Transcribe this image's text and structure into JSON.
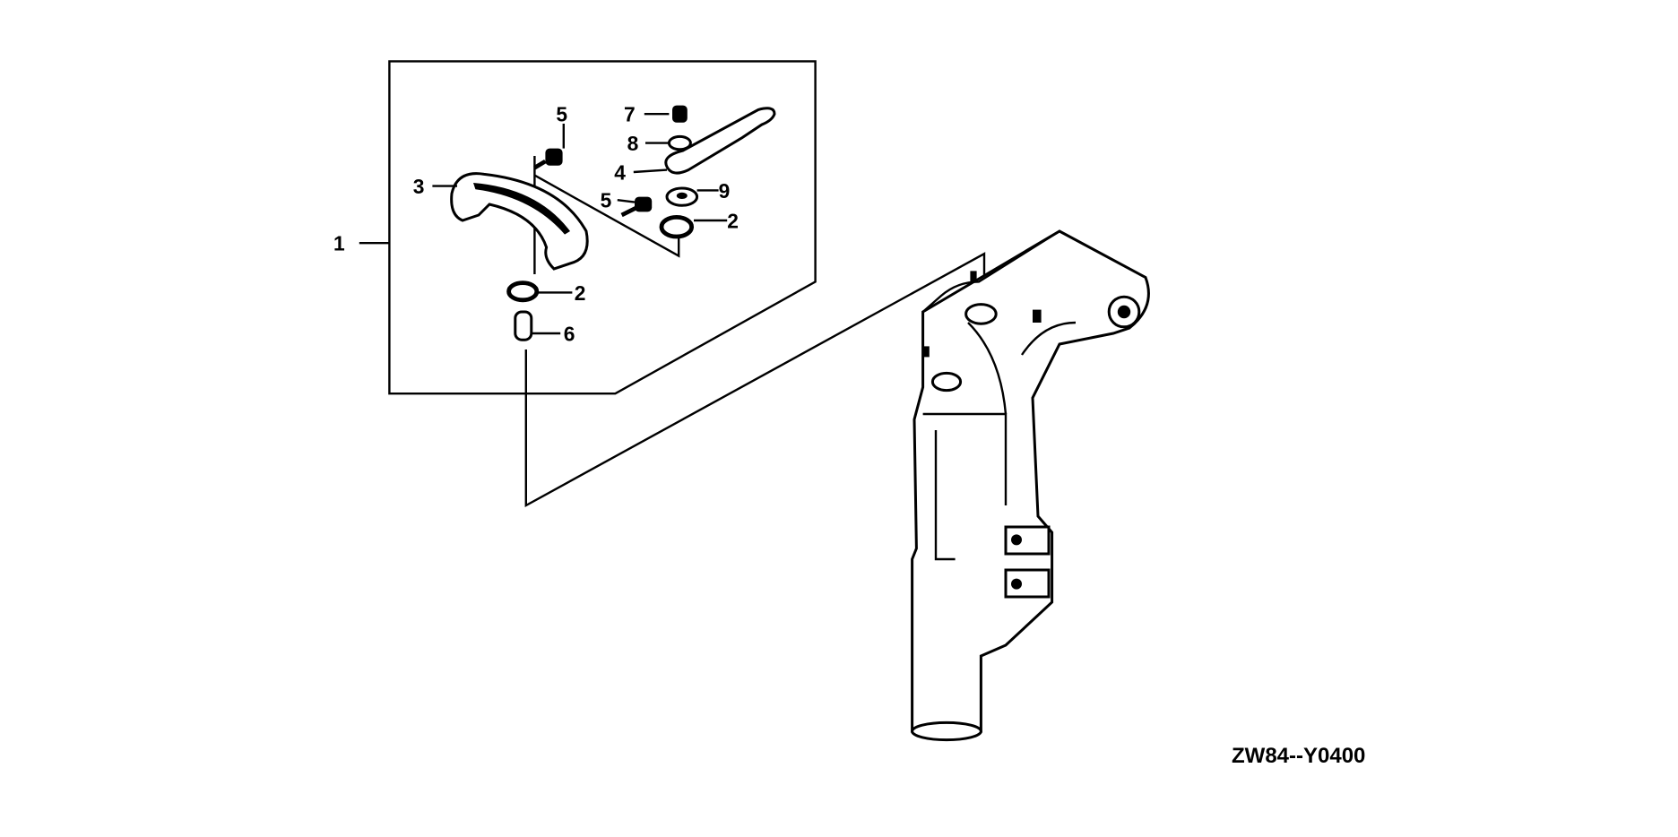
{
  "diagram": {
    "drawing_code": "ZW84--Y0400",
    "callouts": [
      {
        "id": "callout-1",
        "label": "1"
      },
      {
        "id": "callout-2a",
        "label": "2"
      },
      {
        "id": "callout-2b",
        "label": "2"
      },
      {
        "id": "callout-3",
        "label": "3"
      },
      {
        "id": "callout-4",
        "label": "4"
      },
      {
        "id": "callout-5a",
        "label": "5"
      },
      {
        "id": "callout-5b",
        "label": "5"
      },
      {
        "id": "callout-6",
        "label": "6"
      },
      {
        "id": "callout-7",
        "label": "7"
      },
      {
        "id": "callout-8",
        "label": "8"
      },
      {
        "id": "callout-9",
        "label": "9"
      }
    ]
  }
}
